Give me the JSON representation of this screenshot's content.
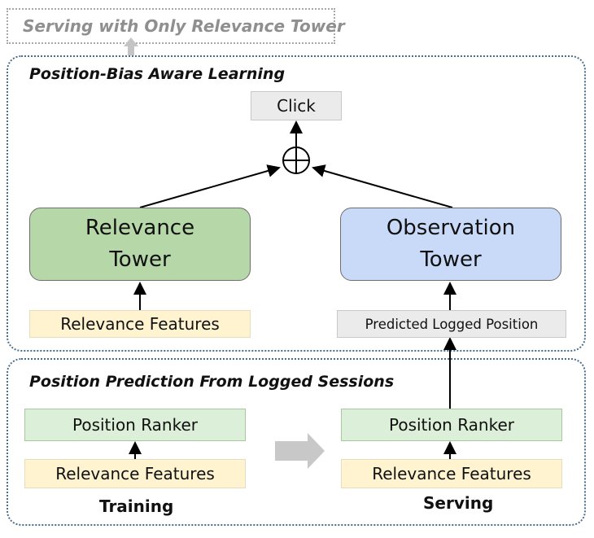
{
  "serving_banner": "Serving with Only Relevance Tower",
  "upper": {
    "title": "Position-Bias Aware Learning",
    "click": "Click",
    "combine_symbol": "⊕",
    "relevance_tower": "Relevance\nTower",
    "observation_tower": "Observation\nTower",
    "relevance_features": "Relevance Features",
    "predicted_position": "Predicted Logged Position"
  },
  "lower": {
    "title": "Position Prediction From Logged Sessions",
    "training": {
      "ranker": "Position Ranker",
      "features": "Relevance Features",
      "caption": "Training"
    },
    "serving": {
      "ranker": "Position Ranker",
      "features": "Relevance Features",
      "caption": "Serving"
    }
  },
  "colors": {
    "relevance_tower": "#b6d7a8",
    "observation_tower": "#c9daf8",
    "features": "#fff3d0",
    "ranker": "#dcefd8",
    "frame": "#4a6d8c"
  }
}
